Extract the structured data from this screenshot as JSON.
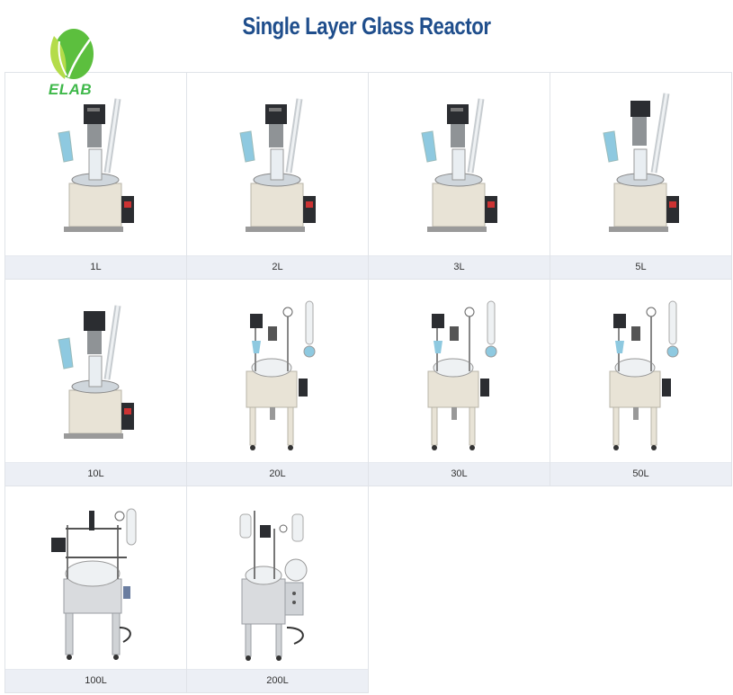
{
  "header": {
    "title": "Single Layer Glass Reactor",
    "logo": {
      "text": "ELAB",
      "icon": "leaf-logo-icon",
      "colors": {
        "light": "#a8d63c",
        "dark": "#3fb84a"
      }
    }
  },
  "colors": {
    "title": "#1f4e8c",
    "label_band": "#eceff5",
    "grid_border": "#e0e3e8",
    "liquid": "#8ec9e0",
    "body_beige": "#e8e3d6",
    "body_steel": "#d9dbde"
  },
  "products": [
    {
      "label": "1L",
      "type": "benchtop"
    },
    {
      "label": "2L",
      "type": "benchtop"
    },
    {
      "label": "3L",
      "type": "benchtop"
    },
    {
      "label": "5L",
      "type": "benchtop"
    },
    {
      "label": "10L",
      "type": "benchtop"
    },
    {
      "label": "20L",
      "type": "floor-beige"
    },
    {
      "label": "30L",
      "type": "floor-beige"
    },
    {
      "label": "50L",
      "type": "floor-beige"
    },
    {
      "label": "100L",
      "type": "floor-steel"
    },
    {
      "label": "200L",
      "type": "floor-steel-large"
    }
  ]
}
